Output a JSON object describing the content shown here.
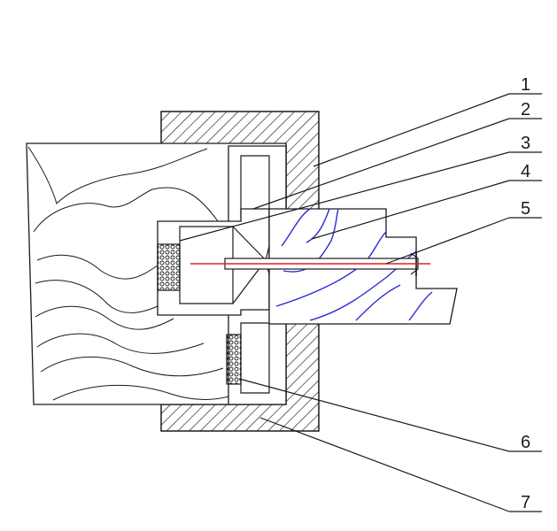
{
  "labels": [
    {
      "id": "1",
      "text": "1"
    },
    {
      "id": "2",
      "text": "2"
    },
    {
      "id": "3",
      "text": "3"
    },
    {
      "id": "4",
      "text": "4"
    },
    {
      "id": "5",
      "text": "5"
    },
    {
      "id": "6",
      "text": "6"
    },
    {
      "id": "7",
      "text": "7"
    }
  ],
  "colors": {
    "line": "#1a1a1a",
    "grain_left": "#1a1a1a",
    "grain_right": "#2b2bd6",
    "axis": "#e02020",
    "background": "#ffffff"
  }
}
